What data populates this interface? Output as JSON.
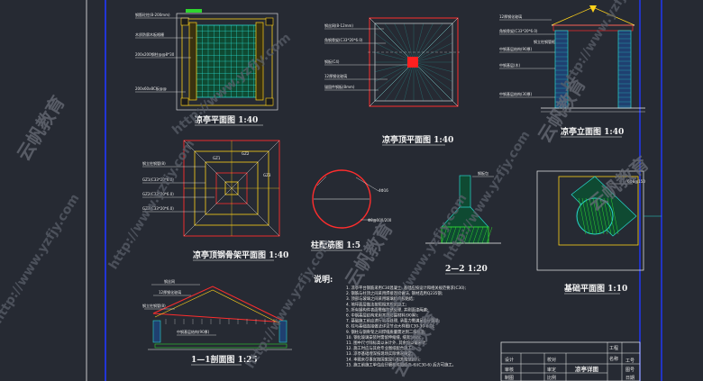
{
  "titles": {
    "plan": "凉亭平面图 1:40",
    "roof_plan": "凉亭顶平面图 1:40",
    "elevation": "凉亭立面图 1:40",
    "frame_plan": "凉亭顶钢骨架平面图 1:40",
    "column": "柱配筋图 1:5",
    "section22": "2—2 1:20",
    "foundation": "基础平面图 1:10",
    "section11": "1—1剖面图 1:25"
  },
  "labels": {
    "plan": [
      "钢筋砼柱(8-200mm)",
      "木质防腐木板格栅",
      "200x200钢柱@@8*30",
      "200x60x8C板@@"
    ],
    "roof": [
      "钢丝网(8-12mm)",
      "角钢骨架(C33*20*6.0)",
      "钢板(C4)",
      "12厚钢化玻璃",
      "锚固件钢板(8mm)"
    ],
    "elev": [
      "12厚钢化玻璃",
      "角钢骨架(C33*20*6.0)",
      "中钢基层结构(90厚)",
      "钢立柱钢管框",
      "中钢基层(木)",
      "中钢基层结构(30厚)"
    ],
    "frame": [
      "钢立柱钢管(8)",
      "GZ1",
      "GZ2",
      "GZ3",
      "GZ1(C33*20*6.0)",
      "GZ2(C33*20*6.0)",
      "GZ3(C33*20*6.0)"
    ],
    "column": [
      "4Φ16",
      "Φ8@100/200"
    ],
    "sec22": "钢板包",
    "foundation": "6Φ8@150",
    "sec11": [
      "钢丝网",
      "12厚钢化玻璃",
      "钢立柱钢管(8)",
      "中钢基层结构(90厚)"
    ]
  },
  "notes": {
    "heading": "说明:",
    "items": [
      "1. 凉亭平台钢筋采用C30混凝土, 基础应按设计和相关规范要求(C30);",
      "2. 钢筋与柱顶之间采用焊接连接做法, 钢材选用Q235钢;",
      "3. 顶部与玻璃之间采用玻璃结构胶粘结;",
      "4. 地坪面层做法按照相关规范施工;",
      "5. 所有钢构件表面需做防锈处理, 并刷面漆两遍;",
      "6. 中钢基层结构采用木质防腐材料(90厚);",
      "7. 基础施工前应进行地基处理, 承载力需满足设计要求;",
      "8. 柱与基础连接做法详见节点大样图(C30-30-6.0);",
      "9. 钢柱与钢骨架之间焊缝质量需达到二级标准;",
      "10. 钢化玻璃安装时需留伸缩缝, 缝宽5mm;",
      "11. 图中尺寸除标高以米计外, 其余均以毫米计;",
      "12. 施工时应与其他专业图纸配合施工;",
      "13. 凉亭基础埋深按现场实际情况确定;",
      "14. 本图未尽事宜按国家现行相关规范执行;",
      "15. 施工前施工单位应仔细核对图纸(5-6)(C30-6) 后方可施工。"
    ]
  },
  "title_block": {
    "label_1": "工程",
    "label_2": "名称",
    "drawing_name": "凉亭详图",
    "rows": [
      "设计",
      "审核",
      "制图"
    ],
    "rows_right": [
      "校对",
      "审定",
      "比例"
    ],
    "right": [
      "工号",
      "图号",
      "日期"
    ]
  },
  "watermarks": {
    "url": "http://www.yzfjy.com",
    "cn": "云帆教育"
  },
  "colors": {
    "background": "#262a33",
    "cyan": "#29d6cc",
    "yellow": "#ffd21a",
    "red": "#ff2d2d",
    "green": "#2fd62f",
    "blue": "#2238ff",
    "white": "#f0f0f0"
  }
}
